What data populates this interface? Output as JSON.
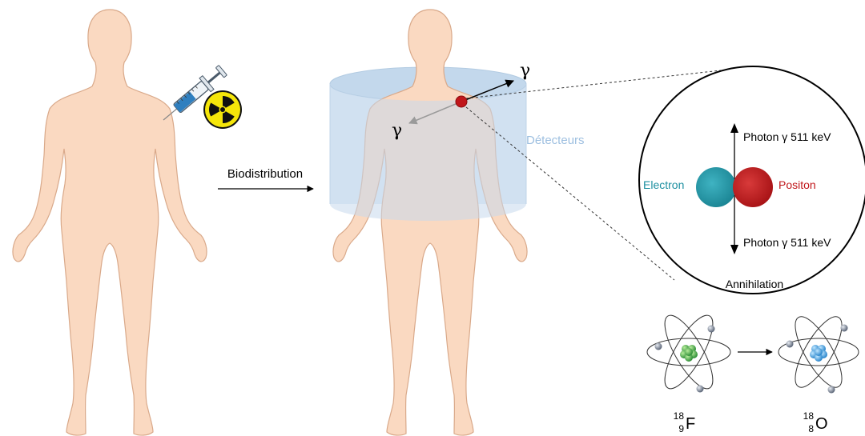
{
  "labels": {
    "biodistribution": "Biodistribution",
    "detectors": "Détecteurs",
    "gamma_top": "γ",
    "gamma_left": "γ",
    "photon_top": "Photon γ 511 keV",
    "photon_bottom": "Photon γ 511 keV",
    "electron": "Electron",
    "positon": "Positon",
    "annihilation": "Annihilation"
  },
  "isotopes": {
    "fluorine": {
      "mass": "18",
      "atomic": "9",
      "symbol": "F"
    },
    "oxygen": {
      "mass": "18",
      "atomic": "8",
      "symbol": "O"
    }
  },
  "colors": {
    "skin_fill": "#fad9c1",
    "skin_stroke": "#d9a98a",
    "detector_blue": "#c7dcef",
    "detectors_text": "#9dbfe0",
    "electron_teal": "#1c8fa0",
    "positon_red": "#c0161a",
    "fluorine_green": "#3ea845",
    "oxygen_blue": "#3aa2e6"
  },
  "icons": {
    "syringe": "syringe-icon",
    "radiation": "radiation-icon",
    "atom": "atom-icon"
  }
}
